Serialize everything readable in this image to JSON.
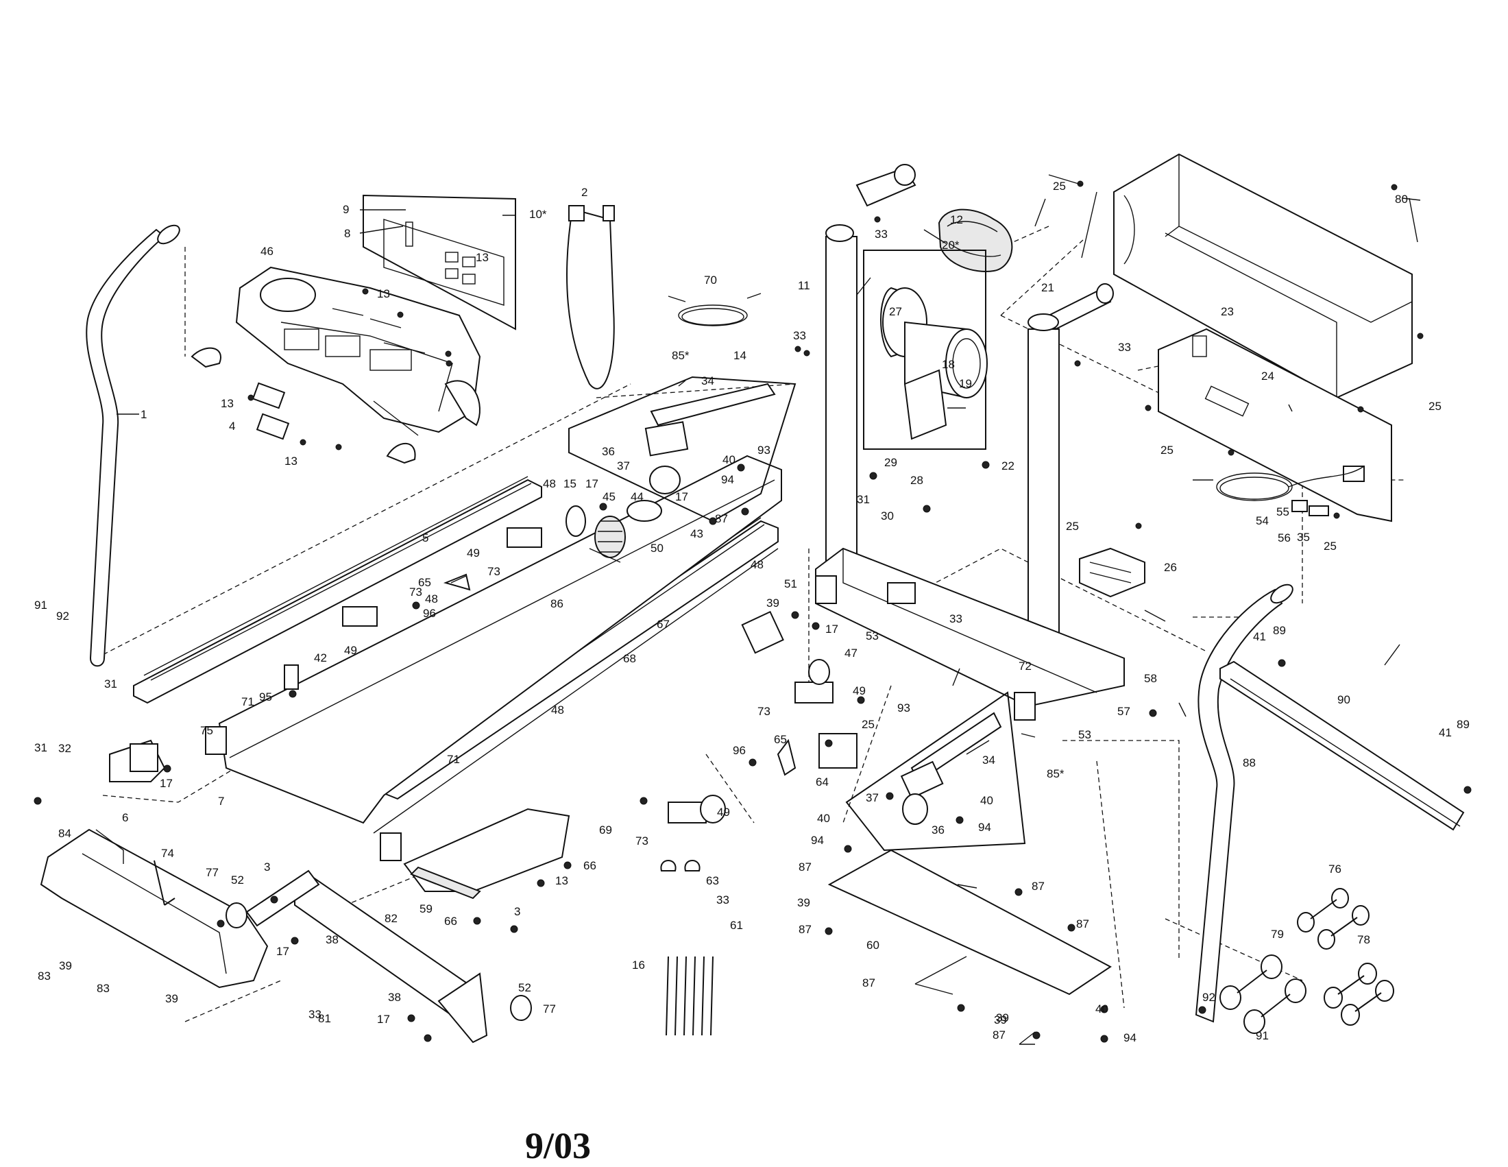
{
  "footer_code": "9/03",
  "callouts": {
    "c1": "1",
    "c2": "2",
    "c3a": "3",
    "c3b": "3",
    "c4": "4",
    "c5": "5",
    "c6": "6",
    "c7": "7",
    "c8": "8",
    "c9": "9",
    "c10": "10*",
    "c11": "11",
    "c12": "12",
    "c13a": "13",
    "c13b": "13",
    "c13c": "13",
    "c13d": "13",
    "c13e": "13",
    "c14": "14",
    "c15": "15",
    "c16": "16",
    "c17a": "17",
    "c17b": "17",
    "c17c": "17",
    "c17d": "17",
    "c17e": "17",
    "c17f": "17",
    "c18": "18",
    "c19": "19",
    "c20": "20*",
    "c21": "21",
    "c22": "22",
    "c23": "23",
    "c24": "24",
    "c25a": "25",
    "c25b": "25",
    "c25c": "25",
    "c25d": "25",
    "c25e": "25",
    "c25f": "25",
    "c26": "26",
    "c27": "27",
    "c28": "28",
    "c29": "29",
    "c30": "30",
    "c31a": "31",
    "c31b": "31",
    "c31c": "31",
    "c32": "32",
    "c33a": "33",
    "c33b": "33",
    "c33c": "33",
    "c33d": "33",
    "c33e": "33",
    "c33f": "33",
    "c34a": "34",
    "c34b": "34",
    "c35": "35",
    "c36a": "36",
    "c36b": "36",
    "c37a": "37",
    "c37b": "37",
    "c38a": "38",
    "c38b": "38",
    "c39a": "39",
    "c39b": "39",
    "c39c": "39",
    "c39d": "39",
    "c39e": "39",
    "c39f": "39",
    "c40a": "40",
    "c40b": "40",
    "c40c": "40",
    "c40d": "40",
    "c41a": "41",
    "c41b": "41",
    "c42": "42",
    "c43": "43",
    "c44": "44",
    "c45": "45",
    "c46": "46",
    "c47": "47",
    "c48a": "48",
    "c48b": "48",
    "c48c": "48",
    "c48d": "48",
    "c49a": "49",
    "c49b": "49",
    "c49c": "49",
    "c49d": "49",
    "c50": "50",
    "c51": "51",
    "c52a": "52",
    "c52b": "52",
    "c53a": "53",
    "c53b": "53",
    "c54": "54",
    "c55": "55",
    "c56": "56",
    "c57": "57",
    "c58": "58",
    "c59": "59",
    "c60": "60",
    "c61": "61",
    "c63": "63",
    "c64": "64",
    "c65a": "65",
    "c65b": "65",
    "c66a": "66",
    "c66b": "66",
    "c67": "67",
    "c68": "68",
    "c69": "69",
    "c70": "70",
    "c71a": "71",
    "c71b": "71",
    "c72": "72",
    "c73a": "73",
    "c73b": "73",
    "c73c": "73",
    "c73d": "73",
    "c74": "74",
    "c75": "75",
    "c76": "76",
    "c77a": "77",
    "c77b": "77",
    "c78": "78",
    "c79": "79",
    "c80": "80",
    "c81": "81",
    "c82": "82",
    "c83a": "83",
    "c83b": "83",
    "c84": "84",
    "c85a": "85*",
    "c85b": "85*",
    "c86": "86",
    "c87a": "87",
    "c87b": "87",
    "c87c": "87",
    "c87d": "87",
    "c87e": "87",
    "c87f": "87",
    "c87g": "87",
    "c88": "88",
    "c89a": "89",
    "c89b": "89",
    "c90": "90",
    "c91a": "91",
    "c91b": "91",
    "c92a": "92",
    "c92b": "92",
    "c93a": "93",
    "c93b": "93",
    "c94a": "94",
    "c94b": "94",
    "c94c": "94",
    "c94d": "94",
    "c95": "95",
    "c96a": "96",
    "c96b": "96"
  }
}
